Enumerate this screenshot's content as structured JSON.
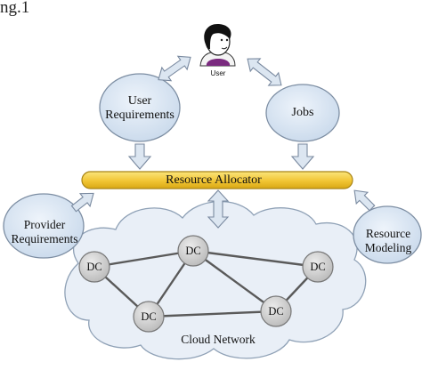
{
  "figure": {
    "label": "ng.1"
  },
  "user": {
    "label": "User"
  },
  "nodes": {
    "user_requirements": [
      "User",
      "Requirements"
    ],
    "jobs": "Jobs",
    "resource_allocator": "Resource Allocator",
    "provider_requirements": [
      "Provider",
      "Requirements"
    ],
    "resource_modeling": [
      "Resource",
      "Modeling"
    ]
  },
  "cloud": {
    "label": "Cloud Network",
    "data_centers": [
      "DC",
      "DC",
      "DC",
      "DC",
      "DC"
    ]
  },
  "colors": {
    "node_fill": "#d5e3f2",
    "node_stroke": "#7d8ea3",
    "allocator_fill": "#f5d04a",
    "arrow_fill": "#dce6f1",
    "arrow_stroke": "#7a8aa0",
    "cloud_fill": "#e8eef6",
    "dc_fill": "#d0d0d0",
    "link_color": "#555555"
  }
}
